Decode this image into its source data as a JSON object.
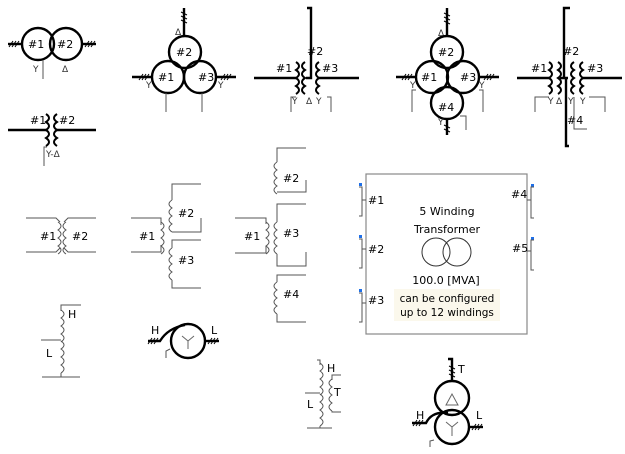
{
  "canvas": {
    "background": "#ffffff"
  },
  "components": {
    "t2_circle": {
      "w1": "#1",
      "w2": "#2",
      "conn1": "Y",
      "conn2": "Δ"
    },
    "t3_circle": {
      "w1": "#1",
      "w2": "#2",
      "w3": "#3",
      "conn1": "Y",
      "conn2": "Δ",
      "conn3": "Y"
    },
    "t3_coil": {
      "w1": "#1",
      "w2": "#2",
      "w3": "#3",
      "conn1": "Y",
      "conn2": "Δ",
      "conn3": "Y"
    },
    "t4_circle": {
      "w1": "#1",
      "w2": "#2",
      "w3": "#3",
      "w4": "#4",
      "conn1": "Y",
      "conn2": "Δ",
      "conn3": "Y",
      "conn4": "Y"
    },
    "t4_coil": {
      "w1": "#1",
      "w2": "#2",
      "w3": "#3",
      "w4": "#4",
      "conn1": "Y",
      "conn2": "Δ",
      "conn3": "Y",
      "conn4": "Y"
    },
    "t2_coil": {
      "w1": "#1",
      "w2": "#2",
      "conn": "Y-Δ"
    },
    "t2_single": {
      "w1": "#1",
      "w2": "#2"
    },
    "t3_single": {
      "w1": "#1",
      "w2": "#2",
      "w3": "#3"
    },
    "t4_single": {
      "w1": "#1",
      "w2": "#2",
      "w3": "#3",
      "w4": "#4"
    },
    "t5_block": {
      "title_line1": "5 Winding",
      "title_line2": "Transformer",
      "rating": "100.0 [MVA]",
      "note_line1": "can be configured",
      "note_line2": "up to 12 windings",
      "w1": "#1",
      "w2": "#2",
      "w3": "#3",
      "w4": "#4",
      "w5": "#5",
      "port_color": "#1e6fe8",
      "note_bg": "#fbf8ec"
    },
    "auto_coil": {
      "high": "H",
      "low": "L"
    },
    "auto_circle": {
      "high": "H",
      "low": "L"
    },
    "auto_tert_coil": {
      "high": "H",
      "low": "L",
      "tert": "T"
    },
    "auto_tert_circle": {
      "high": "H",
      "low": "L",
      "tert": "T"
    }
  }
}
